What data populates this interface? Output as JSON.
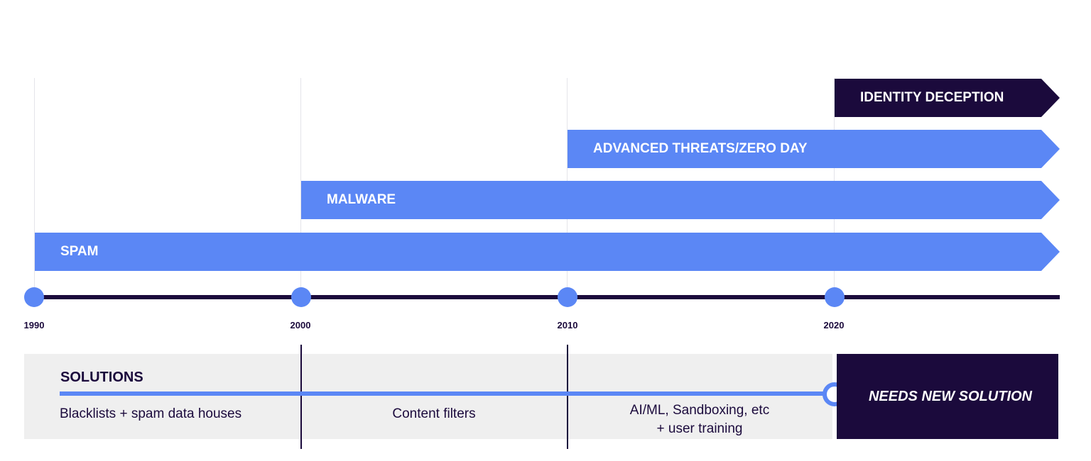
{
  "threats": [
    {
      "label": "IDENTITY DECEPTION",
      "start_year": 2020,
      "style": "dark"
    },
    {
      "label": "ADVANCED THREATS/ZERO DAY",
      "start_year": 2010,
      "style": "blue"
    },
    {
      "label": "MALWARE",
      "start_year": 2000,
      "style": "blue"
    },
    {
      "label": "SPAM",
      "start_year": 1990,
      "style": "blue"
    }
  ],
  "timeline": {
    "years": [
      "1990",
      "2000",
      "2010",
      "2020"
    ]
  },
  "solutions": {
    "title": "SOLUTIONS",
    "items": [
      {
        "text": "Blacklists + spam data houses"
      },
      {
        "text": "Content filters"
      },
      {
        "line1": "AI/ML, Sandboxing, etc",
        "line2": "+ user training"
      }
    ],
    "needs_label": "NEEDS NEW SOLUTION"
  },
  "colors": {
    "accent_blue": "#5b87f5",
    "dark_navy": "#1b0a3c",
    "panel_gray": "#efefef"
  }
}
